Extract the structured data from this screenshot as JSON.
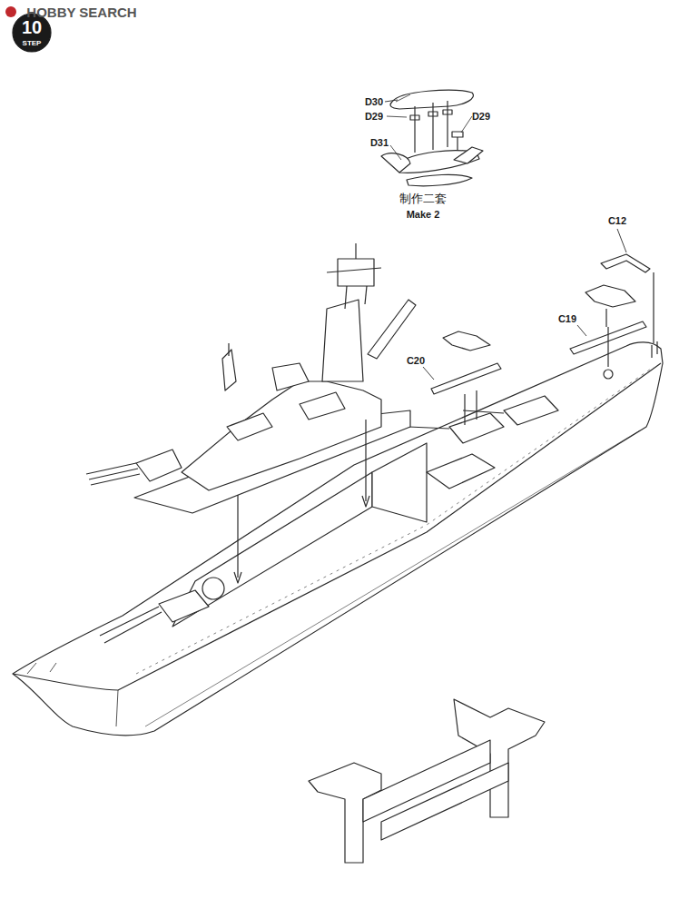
{
  "diagram": {
    "labels": [
      "HOBBY SEARCH",
      "10",
      "STEP",
      "D30",
      "D29",
      "D29",
      "D31",
      "制作二套",
      "Make 2",
      "C12",
      "C19",
      "C20"
    ]
  }
}
